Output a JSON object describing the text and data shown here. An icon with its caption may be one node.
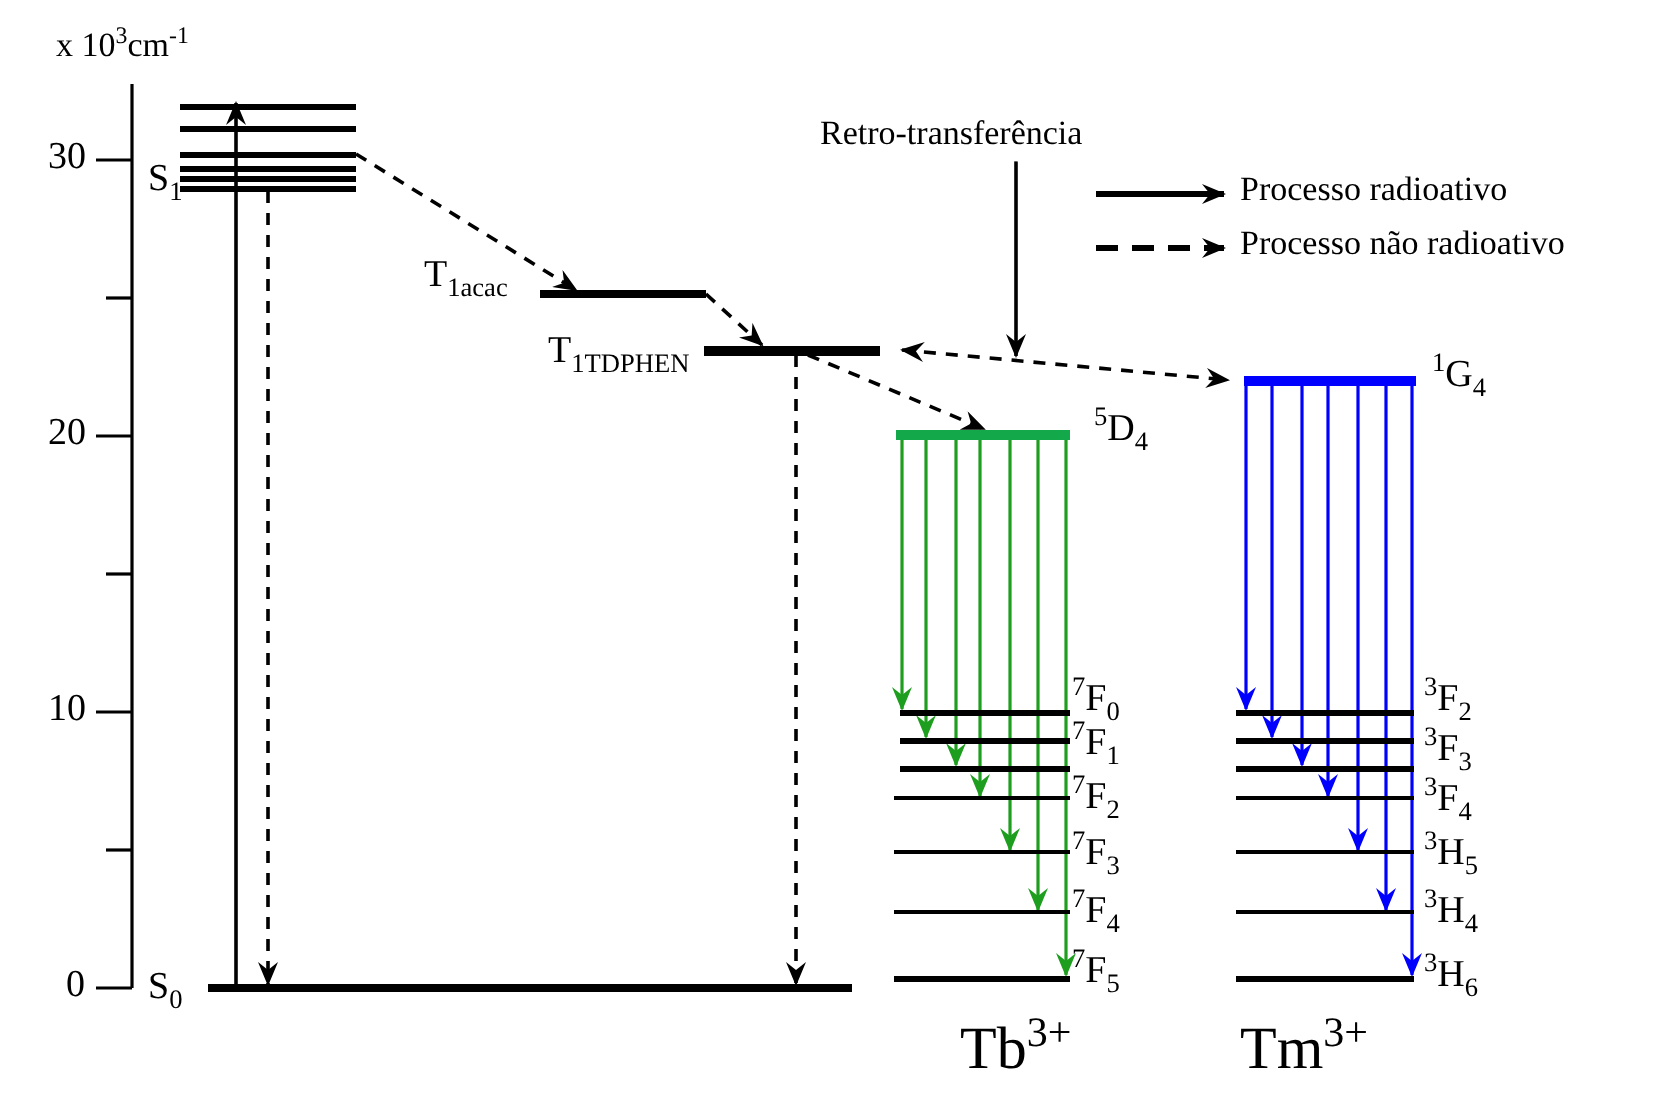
{
  "diagram": {
    "nodes": [
      {
        "text": [
          "S$_{1}$"
        ]
      },
      {
        "text": [
          "Retro-transferência"
        ]
      },
      {
        "text": [
          "T$_{1acac}$"
        ]
      },
      {
        "text": [
          "T$_{1TDPHEN}$"
        ]
      },
      {
        "text": [
          "$^{1}$G$_{4}$"
        ]
      },
      {
        "text": [
          "$^{5}$D$_{4}$"
        ]
      },
      {
        "text": [
          "$^{7}$F$_{0}$"
        ]
      },
      {
        "text": [
          "$^{7}$F$_{1}$"
        ]
      },
      {
        "text": [],
        "shape": "bar"
      },
      {
        "text": [
          "$^{7}$F$_{2}$"
        ]
      },
      {
        "text": [
          "$^{7}$F$_{3}$"
        ]
      },
      {
        "text": [
          "$^{7}$F$_{4}$"
        ]
      },
      {
        "text": [
          "$^{7}$F$_{5}$"
        ]
      },
      {
        "text": [
          "$^{3}$F$_{2}$"
        ]
      },
      {
        "text": [
          "$^{3}$F$_{3}$"
        ]
      },
      {
        "text": [],
        "shape": "bar"
      },
      {
        "text": [
          "$^{3}$F$_{4}$"
        ]
      },
      {
        "text": [
          "$^{3}$H$_{5}$"
        ]
      },
      {
        "text": [
          "$^{3}$H$_{4}$"
        ]
      },
      {
        "text": [
          "$^{3}$H$_{6}$"
        ]
      },
      {
        "text": [
          "S$_{0}$"
        ]
      }
    ],
    "edges": [
      {
        "from": 20,
        "to": 0,
        "arrow": "to"
      },
      {
        "from": 0,
        "to": 20,
        "arrow": "to",
        "style": "dashed"
      },
      {
        "from": 0,
        "to": 2,
        "arrow": "to",
        "style": "dashed"
      },
      {
        "from": 2,
        "to": 3,
        "arrow": "to",
        "style": "dashed"
      },
      {
        "from": 3,
        "to": 20,
        "arrow": "to",
        "style": "dashed"
      },
      {
        "from": 3,
        "to": 5,
        "arrow": "to",
        "style": "dashed"
      },
      {
        "from": 3,
        "to": 4,
        "arrow": "both",
        "style": "dashed"
      },
      {
        "from": 1,
        "to": null,
        "arrow": "to"
      },
      {
        "from": 5,
        "to": 6,
        "arrow": "to",
        "color": "#1e9e1e"
      },
      {
        "from": 5,
        "to": 7,
        "arrow": "to",
        "color": "#1e9e1e"
      },
      {
        "from": 5,
        "to": 8,
        "arrow": "to",
        "color": "#1e9e1e"
      },
      {
        "from": 5,
        "to": 9,
        "arrow": "to",
        "color": "#1e9e1e"
      },
      {
        "from": 5,
        "to": 10,
        "arrow": "to",
        "color": "#1e9e1e"
      },
      {
        "from": 5,
        "to": 11,
        "arrow": "to",
        "color": "#1e9e1e"
      },
      {
        "from": 5,
        "to": 12,
        "arrow": "to",
        "color": "#1e9e1e"
      },
      {
        "from": 4,
        "to": 13,
        "arrow": "to",
        "color": "#0000ff"
      },
      {
        "from": 4,
        "to": 14,
        "arrow": "to",
        "color": "#0000ff"
      },
      {
        "from": 4,
        "to": 15,
        "arrow": "to",
        "color": "#0000ff"
      },
      {
        "from": 4,
        "to": 16,
        "arrow": "to",
        "color": "#0000ff"
      },
      {
        "from": 4,
        "to": 17,
        "arrow": "to",
        "color": "#0000ff"
      },
      {
        "from": 4,
        "to": 18,
        "arrow": "to",
        "color": "#0000ff"
      },
      {
        "from": 4,
        "to": 19,
        "arrow": "to",
        "color": "#0000ff"
      }
    ],
    "labels": [
      "x 10$^{3}$cm$^{-1}$",
      "30",
      "20",
      "10",
      "0",
      "Tb$^{3+}$",
      "Tm$^{3+}$"
    ],
    "legend": [
      {
        "text": "Processo radioativo"
      },
      {
        "text": "Processo não radioativo"
      }
    ]
  }
}
